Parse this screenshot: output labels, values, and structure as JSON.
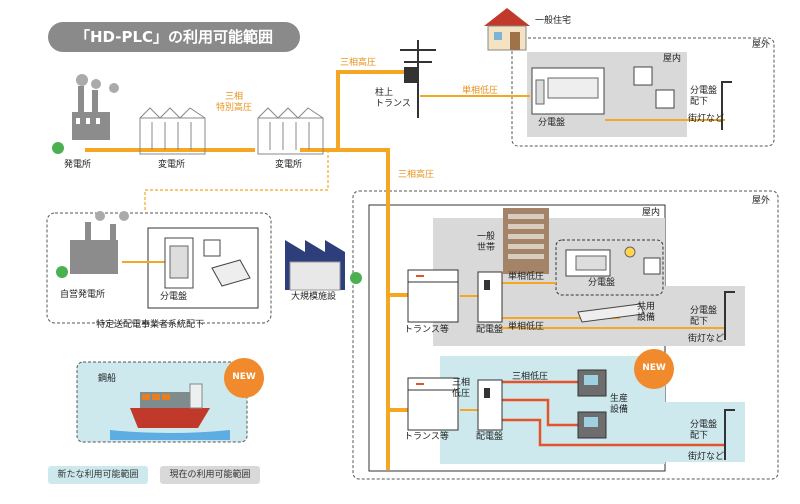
{
  "title": "「HD-PLC」の利用可能範囲",
  "colors": {
    "high_voltage_line": "#f5a623",
    "low_voltage_line": "#f5a623",
    "factory_line": "#e2552a",
    "indoor_gray": "#d9d9d9",
    "new_area": "#cde9ee",
    "new_badge": "#f08a2c",
    "dashed": "#555555"
  },
  "labels": {
    "power_plant": "発電所",
    "substation_1": "変電所",
    "substation_2": "変電所",
    "three_phase_extra_high": [
      "三相",
      "特別高圧"
    ],
    "three_phase_high_top": "三相高圧",
    "three_phase_high_mid": "三相高圧",
    "pole_transformer": [
      "柱上",
      "トランス"
    ],
    "single_phase_low_top": "単相低圧",
    "house": "一般住宅",
    "indoor_top": "屋内",
    "outdoor_top": "屋外",
    "distribution_board_top": "分電盤",
    "under_board_top": [
      "分電盤",
      "配下"
    ],
    "street_lights_top": "街灯など",
    "private_plant": "自営発電所",
    "private_board": "分電盤",
    "specified_system": "特定送配電事業者系統配下",
    "large_facility": "大規模施設",
    "outdoor_bottom": "屋外",
    "indoor_bottom": "屋内",
    "general_household": [
      "一般",
      "世帯"
    ],
    "single_phase_low_1": "単相低圧",
    "single_phase_low_2": "単相低圧",
    "board_household": "分電盤",
    "shared_facility": [
      "共用",
      "設備"
    ],
    "transformer_1": "トランス等",
    "board_1": "配電盤",
    "under_board_mid": [
      "分電盤",
      "配下"
    ],
    "street_lights_mid": "街灯など",
    "three_phase_low_left": [
      "三相",
      "低圧"
    ],
    "three_phase_low_right": "三相低圧",
    "production_equipment": [
      "生産",
      "設備"
    ],
    "transformer_2": "トランス等",
    "board_2": "配電盤",
    "under_board_bottom": [
      "分電盤",
      "配下"
    ],
    "street_lights_bottom": "街灯など",
    "steel_ship": "鋼船",
    "new_badge_1": "NEW",
    "new_badge_2": "NEW"
  },
  "legend": {
    "new_range": "新たな利用可能範囲",
    "current_range": "現在の利用可能範囲"
  }
}
